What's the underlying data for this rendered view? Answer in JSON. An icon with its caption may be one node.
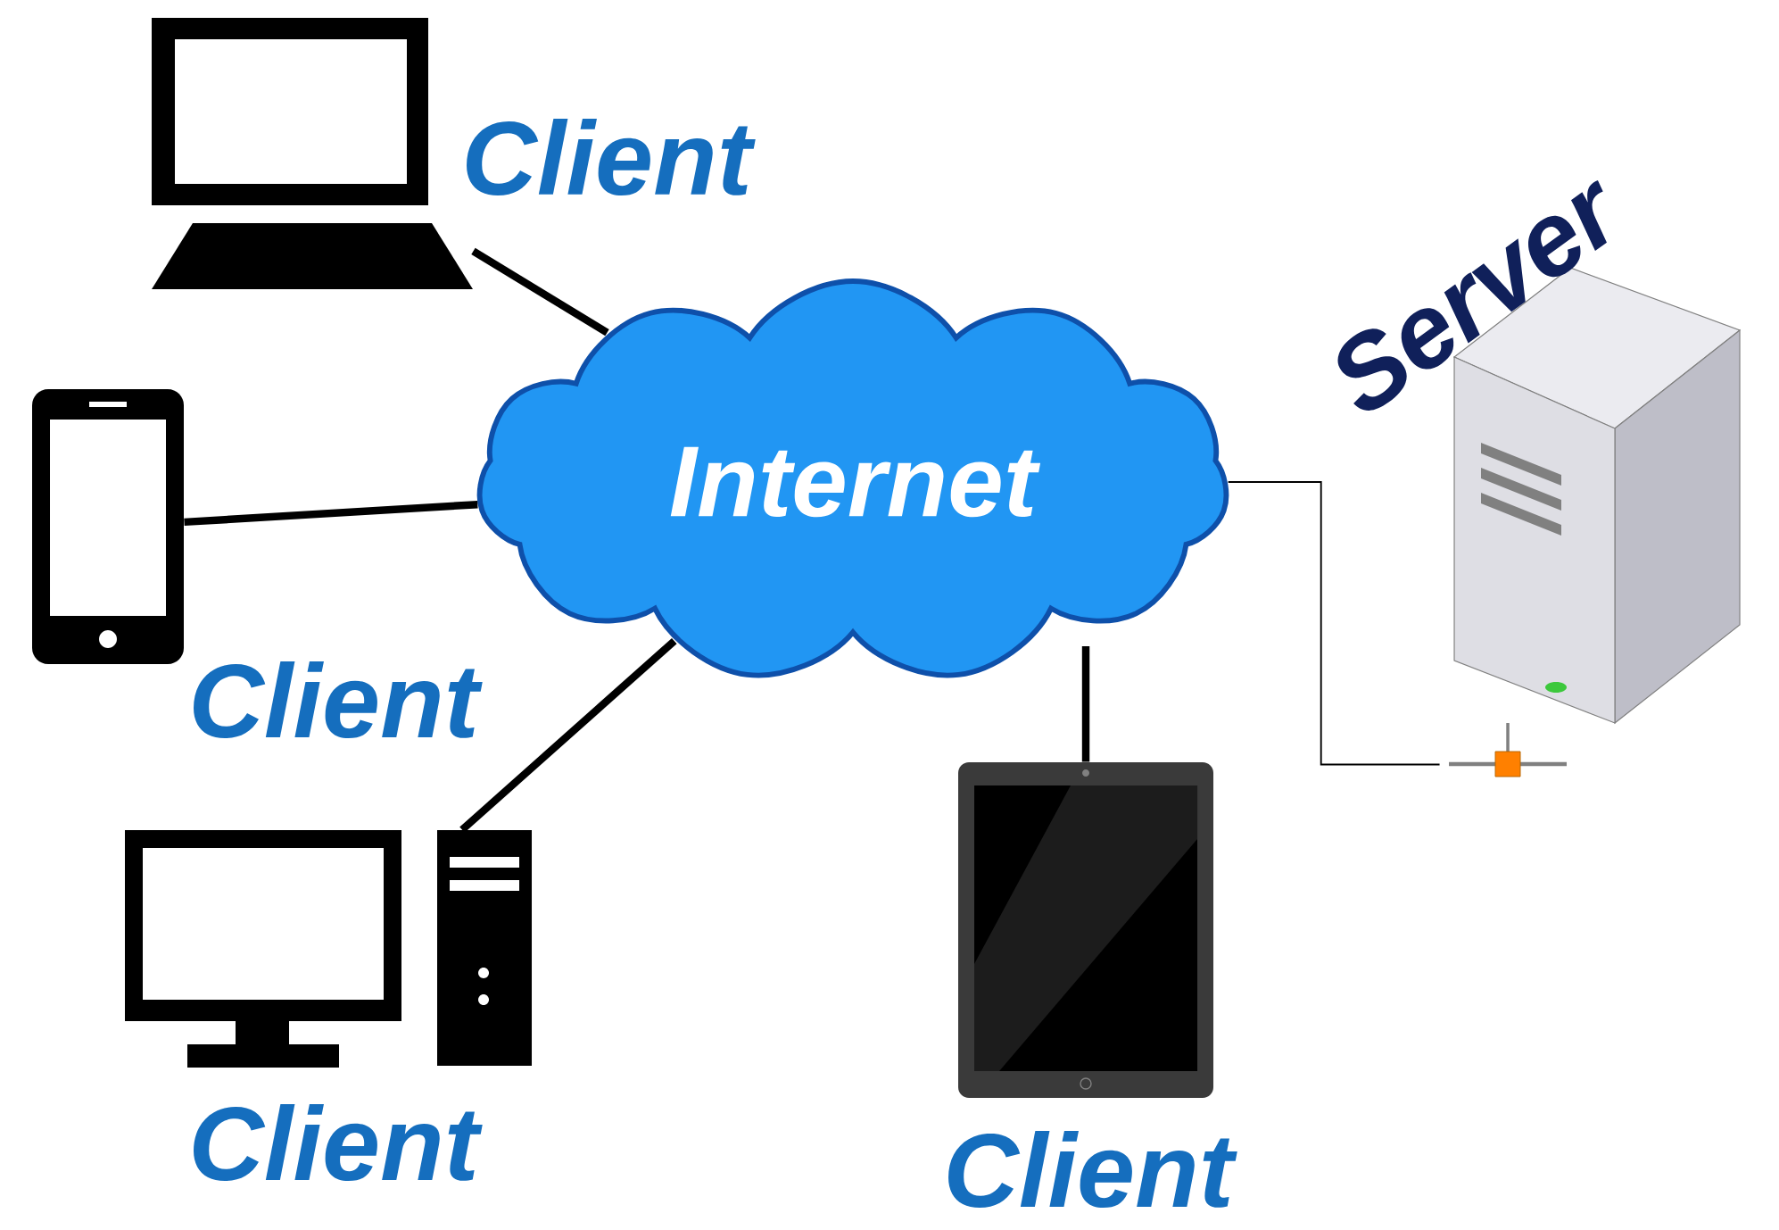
{
  "diagram": {
    "nodes": [
      {
        "text": [
          "Internet"
        ]
      },
      {
        "text": [],
        "shape": "picture",
        "beside": [
          "Client"
        ]
      },
      {
        "text": [],
        "shape": "picture",
        "beside": [
          "Client"
        ]
      },
      {
        "text": [],
        "shape": "picture",
        "beside": [
          "Client"
        ]
      },
      {
        "text": [],
        "shape": "picture",
        "beside": [
          "Client"
        ]
      },
      {
        "text": [
          "Server"
        ]
      }
    ],
    "edges": [
      {
        "from": 1,
        "to": 0,
        "arrow": "none"
      },
      {
        "from": 2,
        "to": 0,
        "arrow": "none"
      },
      {
        "from": 3,
        "to": 0,
        "arrow": "none"
      },
      {
        "from": 4,
        "to": 0,
        "arrow": "none"
      },
      {
        "from": 0,
        "to": 5,
        "arrow": "none"
      }
    ]
  }
}
